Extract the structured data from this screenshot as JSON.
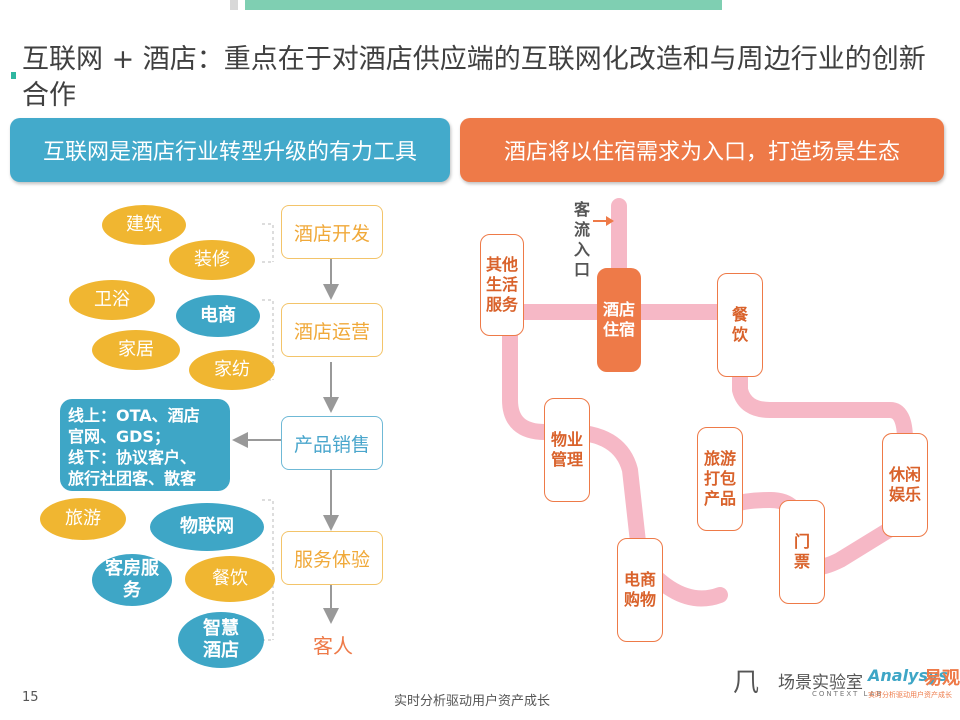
{
  "title": "互联网 + 酒店：重点在于对酒店供应端的互联网化改造和与周边行业的创新合作",
  "left_header": "互联网是酒店行业转型升级的有力工具",
  "right_header": "酒店将以住宿需求为入口，打造场景生态",
  "flow": [
    "酒店开发",
    "酒店运营",
    "产品销售",
    "服务体验"
  ],
  "guest": "客人",
  "ellipses": {
    "jianzhu": "建筑",
    "zhuangxiu": "装修",
    "weiyu": "卫浴",
    "dianshang": "电商",
    "jiaju": "家居",
    "jiafang": "家纺",
    "lvyou": "旅游",
    "wulianwang": "物联网",
    "kefang": "客房服务",
    "canyin": "餐饮",
    "zhihui": "智慧酒店"
  },
  "channel_lines": [
    "线上：OTA、酒店",
    "官网、GDS；",
    "线下：协议客户、",
    "旅行社团客、散客"
  ],
  "entry_label": "客流入口",
  "stages": {
    "hotel": "酒店住宿",
    "other": "其他生活服务",
    "dining": "餐 饮",
    "property": "物业管理",
    "travel": "旅游打包产品",
    "leisure": "休闲娱乐",
    "ticket": "门 票",
    "ecommerce": "电商购物"
  },
  "footer": {
    "page": "15",
    "tagline": "实时分析驱动用户资产成长"
  },
  "logo": {
    "mark": "场景实验室",
    "lab_en": "CONTEXT LAB",
    "brand": "Analysys",
    "brand_cn": "易观",
    "sub": "实时分析驱动用户资产成长"
  },
  "colors": {
    "blue": "#43aacb",
    "orange": "#ee7a48",
    "yellow": "#f0b631",
    "pink": "#f6b8c6",
    "teal": "#7fcfb2"
  }
}
